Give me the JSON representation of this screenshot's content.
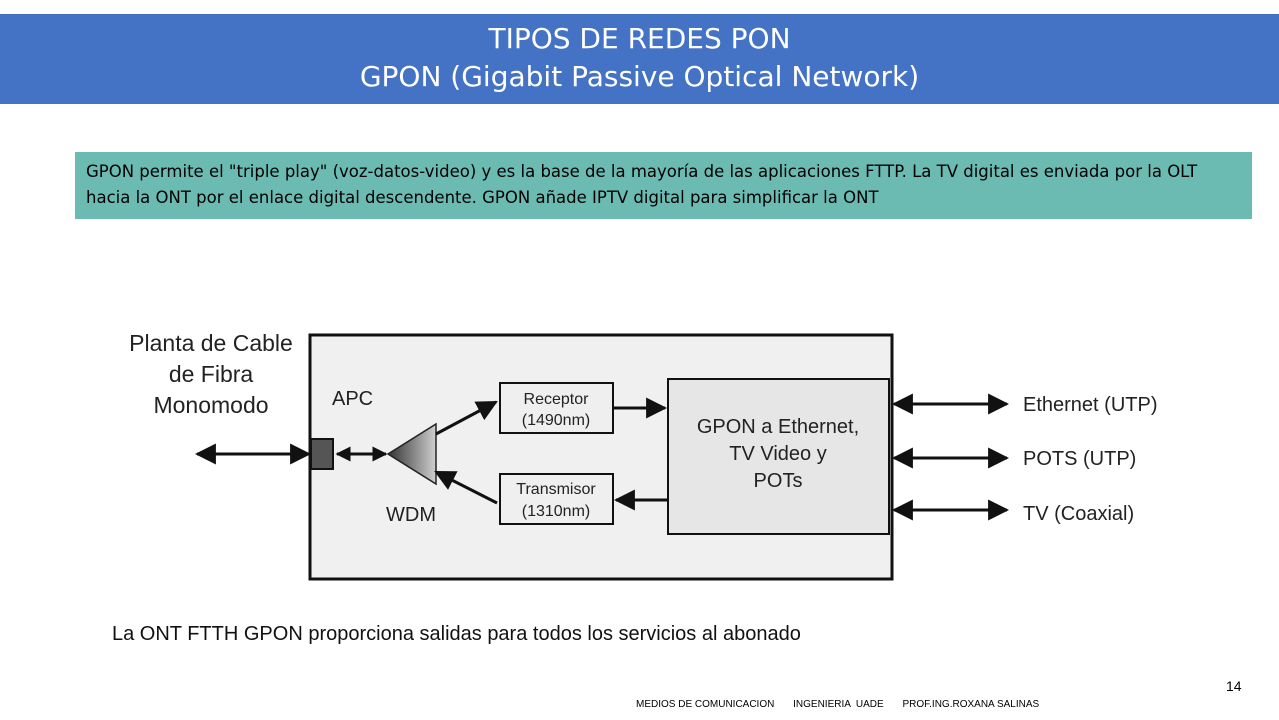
{
  "header": {
    "title_line1": "TIPOS DE REDES PON",
    "title_line2": "GPON (Gigabit Passive Optical Network)"
  },
  "callout": {
    "text": "GPON permite el \"triple play\" (voz-datos-video) y es la base de la mayoría de las aplicaciones FTTP. La TV digital es enviada por la OLT hacia la ONT por el enlace digital descendente. GPON añade IPTV digital para simplificar la ONT"
  },
  "diagram": {
    "fiber_label": [
      "Planta de Cable",
      "de Fibra",
      "Monomodo"
    ],
    "apc_label": "APC",
    "wdm_label": "WDM",
    "receptor": {
      "name": "Receptor",
      "wavelength": "(1490nm)"
    },
    "transmisor": {
      "name": "Transmisor",
      "wavelength": "(1310nm)"
    },
    "gpon_block": [
      "GPON a Ethernet,",
      "TV Video y",
      "POTs"
    ],
    "outputs": [
      "Ethernet (UTP)",
      "POTS (UTP)",
      "TV (Coaxial)"
    ]
  },
  "caption": "La ONT FTTH GPON proporciona salidas para todos los servicios al abonado",
  "page_number": "14",
  "footer": {
    "course": "MEDIOS DE COMUNICACION",
    "school": "INGENIERIA  UADE",
    "professor": "PROF.ING.ROXANA SALINAS"
  }
}
